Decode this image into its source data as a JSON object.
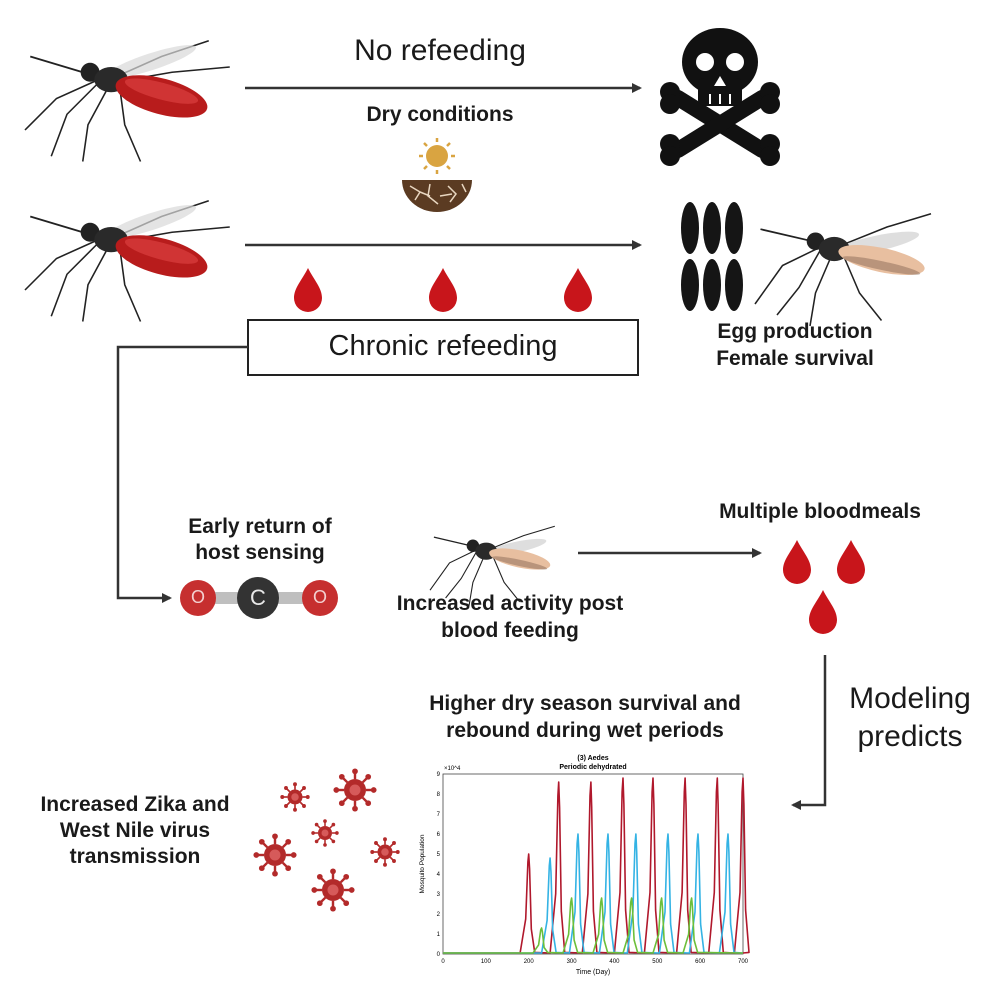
{
  "diagram": {
    "no_refeeding": "No refeeding",
    "dry_conditions": "Dry conditions",
    "chronic_refeeding": "Chronic refeeding",
    "egg_production": "Egg production",
    "female_survival": "Female survival",
    "early_return_line1": "Early return of",
    "early_return_line2": "host sensing",
    "co2_left": "O",
    "co2_center": "C",
    "co2_right": "O",
    "increased_activity_line1": "Increased activity post",
    "increased_activity_line2": "blood feeding",
    "multiple_bloodmeals": "Multiple bloodmeals",
    "modeling_line1": "Modeling",
    "modeling_line2": "predicts",
    "higher_survival_line1": "Higher dry season survival and",
    "higher_survival_line2": "rebound during wet periods",
    "zika_line1": "Increased Zika and",
    "zika_line2": "West Nile virus",
    "zika_line3": "transmission"
  },
  "colors": {
    "blood": "#c8151b",
    "mosquito_body": "#2a2a2a",
    "engorged": "#b81c1c",
    "virus": "#b32a2a",
    "sun": "#d9a441",
    "soil": "#5b3b22",
    "line_red": "#b0182c",
    "line_blue": "#34b3e4",
    "line_green": "#6cbf3a"
  },
  "chart_data": {
    "type": "line",
    "title": "(3) Aedes",
    "subtitle": "Periodic dehydrated",
    "xlabel": "Time (Day)",
    "ylabel": "Mosquito Population",
    "y_exponent_label": "×10^4",
    "xlim": [
      0,
      700
    ],
    "ylim": [
      0,
      9
    ],
    "x_ticks": [
      "0",
      "100",
      "200",
      "300",
      "400",
      "500",
      "600",
      "700"
    ],
    "y_ticks": [
      "0",
      "1",
      "2",
      "3",
      "4",
      "5",
      "6",
      "7",
      "8",
      "9"
    ],
    "series": [
      {
        "color": "#b0182c",
        "peaks": [
          [
            200,
            5.0
          ],
          [
            270,
            8.6
          ],
          [
            345,
            8.6
          ],
          [
            420,
            8.8
          ],
          [
            490,
            8.8
          ],
          [
            565,
            8.8
          ],
          [
            640,
            8.8
          ],
          [
            700,
            8.8
          ]
        ]
      },
      {
        "color": "#34b3e4",
        "peaks": [
          [
            250,
            4.8
          ],
          [
            315,
            6.0
          ],
          [
            385,
            6.0
          ],
          [
            450,
            6.0
          ],
          [
            525,
            6.0
          ],
          [
            595,
            6.0
          ],
          [
            665,
            6.0
          ]
        ]
      },
      {
        "color": "#6cbf3a",
        "peaks": [
          [
            230,
            1.3
          ],
          [
            300,
            2.8
          ],
          [
            370,
            2.8
          ],
          [
            440,
            2.8
          ],
          [
            510,
            2.8
          ],
          [
            580,
            2.8
          ]
        ]
      }
    ]
  }
}
